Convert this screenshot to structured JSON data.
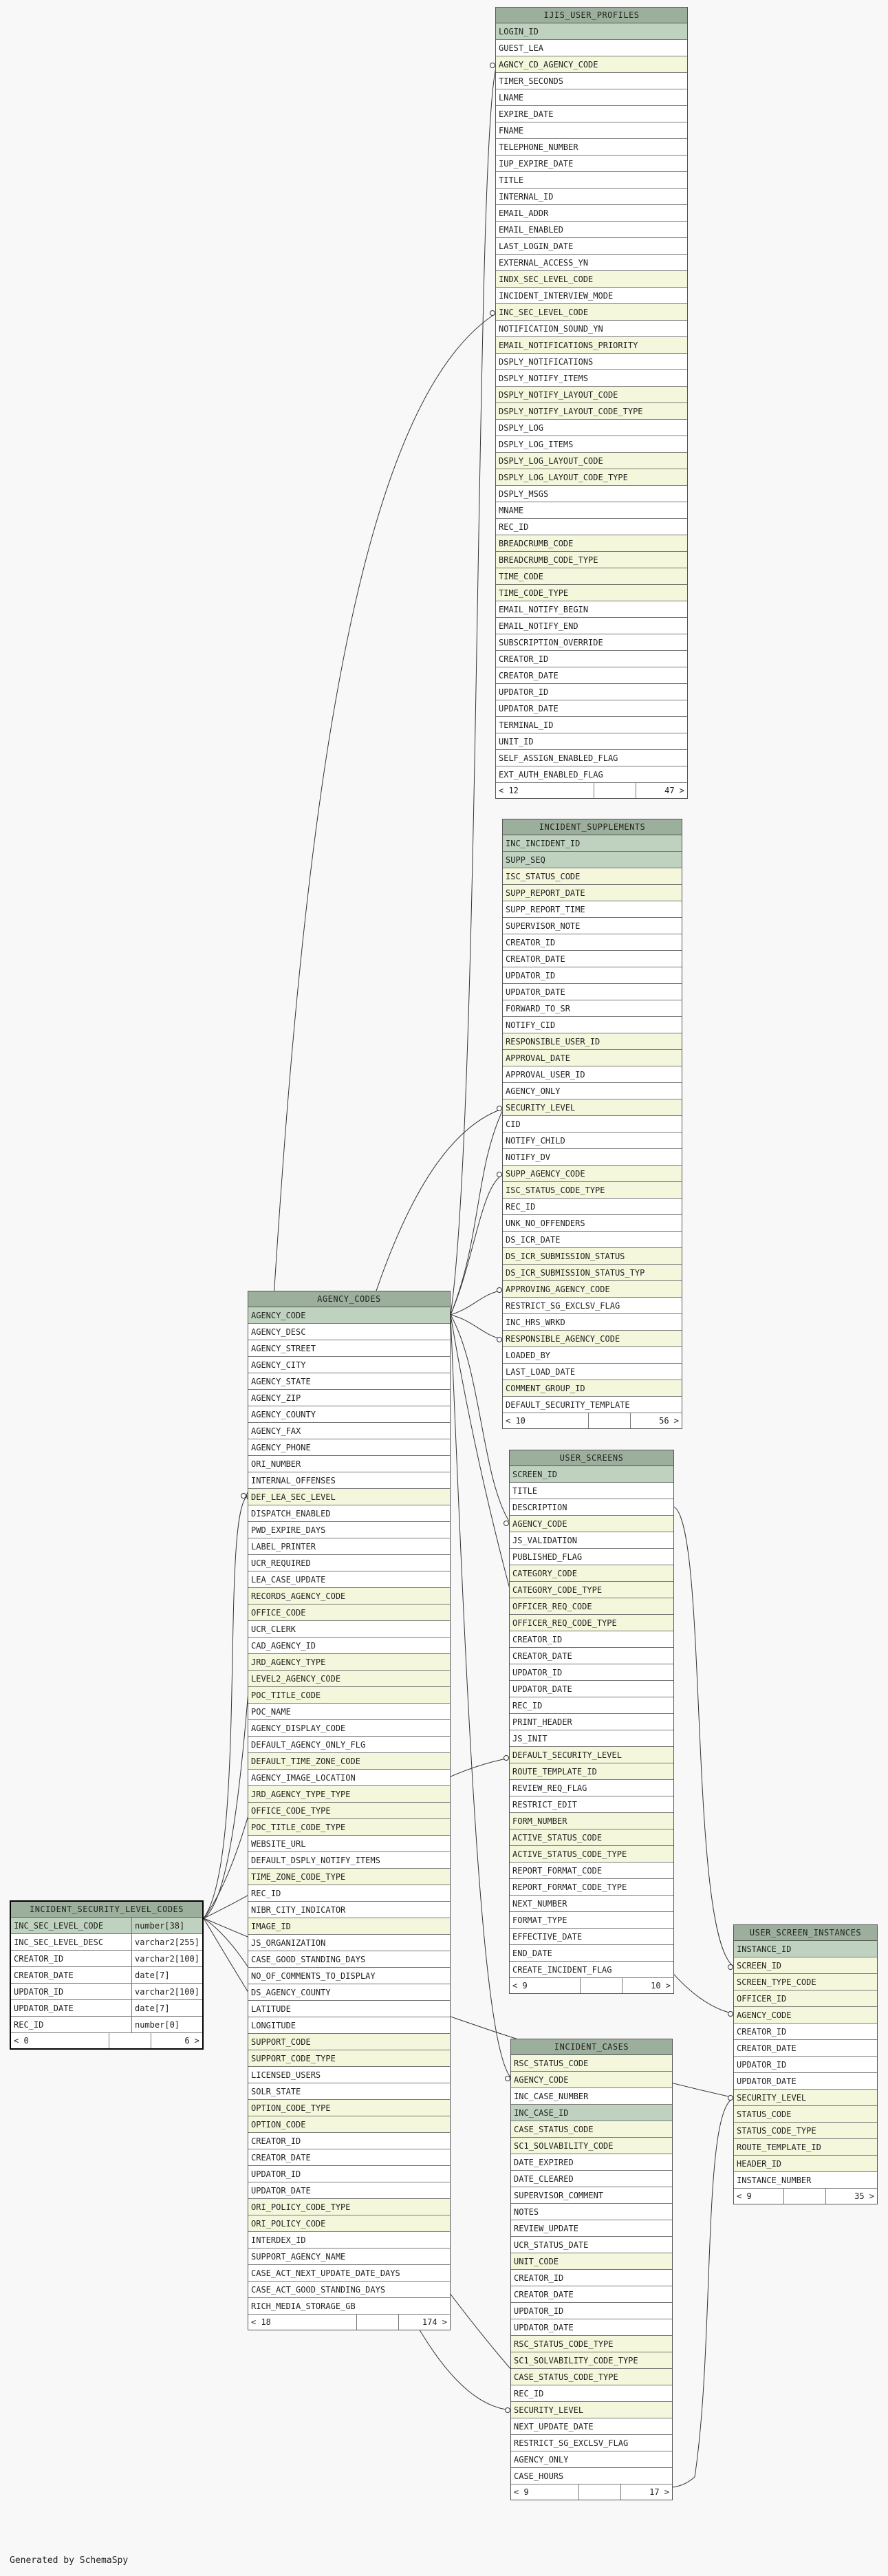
{
  "tables": {
    "ijis_user_profiles": {
      "title": "IJIS_USER_PROFILES",
      "columns": [
        {
          "n": "LOGIN_ID",
          "k": "pk"
        },
        {
          "n": "GUEST_LEA"
        },
        {
          "n": "AGNCY_CD_AGENCY_CODE",
          "k": "fk"
        },
        {
          "n": "TIMER_SECONDS"
        },
        {
          "n": "LNAME"
        },
        {
          "n": "EXPIRE_DATE"
        },
        {
          "n": "FNAME"
        },
        {
          "n": "TELEPHONE_NUMBER"
        },
        {
          "n": "IUP_EXPIRE_DATE"
        },
        {
          "n": "TITLE"
        },
        {
          "n": "INTERNAL_ID"
        },
        {
          "n": "EMAIL_ADDR"
        },
        {
          "n": "EMAIL_ENABLED"
        },
        {
          "n": "LAST_LOGIN_DATE"
        },
        {
          "n": "EXTERNAL_ACCESS_YN"
        },
        {
          "n": "INDX_SEC_LEVEL_CODE",
          "k": "fk"
        },
        {
          "n": "INCIDENT_INTERVIEW_MODE"
        },
        {
          "n": "INC_SEC_LEVEL_CODE",
          "k": "fk"
        },
        {
          "n": "NOTIFICATION_SOUND_YN"
        },
        {
          "n": "EMAIL_NOTIFICATIONS_PRIORITY",
          "k": "fk"
        },
        {
          "n": "DSPLY_NOTIFICATIONS"
        },
        {
          "n": "DSPLY_NOTIFY_ITEMS"
        },
        {
          "n": "DSPLY_NOTIFY_LAYOUT_CODE",
          "k": "fk"
        },
        {
          "n": "DSPLY_NOTIFY_LAYOUT_CODE_TYPE",
          "k": "fk"
        },
        {
          "n": "DSPLY_LOG"
        },
        {
          "n": "DSPLY_LOG_ITEMS"
        },
        {
          "n": "DSPLY_LOG_LAYOUT_CODE",
          "k": "fk"
        },
        {
          "n": "DSPLY_LOG_LAYOUT_CODE_TYPE",
          "k": "fk"
        },
        {
          "n": "DSPLY_MSGS"
        },
        {
          "n": "MNAME"
        },
        {
          "n": "REC_ID"
        },
        {
          "n": "BREADCRUMB_CODE",
          "k": "fk"
        },
        {
          "n": "BREADCRUMB_CODE_TYPE",
          "k": "fk"
        },
        {
          "n": "TIME_CODE",
          "k": "fk"
        },
        {
          "n": "TIME_CODE_TYPE",
          "k": "fk"
        },
        {
          "n": "EMAIL_NOTIFY_BEGIN"
        },
        {
          "n": "EMAIL_NOTIFY_END"
        },
        {
          "n": "SUBSCRIPTION_OVERRIDE"
        },
        {
          "n": "CREATOR_ID"
        },
        {
          "n": "CREATOR_DATE"
        },
        {
          "n": "UPDATOR_ID"
        },
        {
          "n": "UPDATOR_DATE"
        },
        {
          "n": "TERMINAL_ID"
        },
        {
          "n": "UNIT_ID"
        },
        {
          "n": "SELF_ASSIGN_ENABLED_FLAG"
        },
        {
          "n": "EXT_AUTH_ENABLED_FLAG"
        }
      ],
      "footer": {
        "left": "< 12",
        "right": "47 >"
      }
    },
    "incident_supplements": {
      "title": "INCIDENT_SUPPLEMENTS",
      "columns": [
        {
          "n": "INC_INCIDENT_ID",
          "k": "pk"
        },
        {
          "n": "SUPP_SEQ",
          "k": "pk"
        },
        {
          "n": "ISC_STATUS_CODE",
          "k": "fk"
        },
        {
          "n": "SUPP_REPORT_DATE",
          "k": "fk"
        },
        {
          "n": "SUPP_REPORT_TIME"
        },
        {
          "n": "SUPERVISOR_NOTE"
        },
        {
          "n": "CREATOR_ID"
        },
        {
          "n": "CREATOR_DATE"
        },
        {
          "n": "UPDATOR_ID"
        },
        {
          "n": "UPDATOR_DATE"
        },
        {
          "n": "FORWARD_TO_SR"
        },
        {
          "n": "NOTIFY_CID"
        },
        {
          "n": "RESPONSIBLE_USER_ID",
          "k": "fk"
        },
        {
          "n": "APPROVAL_DATE",
          "k": "fk"
        },
        {
          "n": "APPROVAL_USER_ID"
        },
        {
          "n": "AGENCY_ONLY"
        },
        {
          "n": "SECURITY_LEVEL",
          "k": "fk"
        },
        {
          "n": "CID"
        },
        {
          "n": "NOTIFY_CHILD"
        },
        {
          "n": "NOTIFY_DV"
        },
        {
          "n": "SUPP_AGENCY_CODE",
          "k": "fk"
        },
        {
          "n": "ISC_STATUS_CODE_TYPE",
          "k": "fk"
        },
        {
          "n": "REC_ID"
        },
        {
          "n": "UNK_NO_OFFENDERS"
        },
        {
          "n": "DS_ICR_DATE"
        },
        {
          "n": "DS_ICR_SUBMISSION_STATUS",
          "k": "fk"
        },
        {
          "n": "DS_ICR_SUBMISSION_STATUS_TYP",
          "k": "fk"
        },
        {
          "n": "APPROVING_AGENCY_CODE",
          "k": "fk"
        },
        {
          "n": "RESTRICT_SG_EXCLSV_FLAG"
        },
        {
          "n": "INC_HRS_WRKD"
        },
        {
          "n": "RESPONSIBLE_AGENCY_CODE",
          "k": "fk"
        },
        {
          "n": "LOADED_BY"
        },
        {
          "n": "LAST_LOAD_DATE"
        },
        {
          "n": "COMMENT_GROUP_ID",
          "k": "fk"
        },
        {
          "n": "DEFAULT_SECURITY_TEMPLATE"
        }
      ],
      "footer": {
        "left": "< 10",
        "right": "56 >"
      }
    },
    "agency_codes": {
      "title": "AGENCY_CODES",
      "columns": [
        {
          "n": "AGENCY_CODE",
          "k": "pk"
        },
        {
          "n": "AGENCY_DESC"
        },
        {
          "n": "AGENCY_STREET"
        },
        {
          "n": "AGENCY_CITY"
        },
        {
          "n": "AGENCY_STATE"
        },
        {
          "n": "AGENCY_ZIP"
        },
        {
          "n": "AGENCY_COUNTY"
        },
        {
          "n": "AGENCY_FAX"
        },
        {
          "n": "AGENCY_PHONE"
        },
        {
          "n": "ORI_NUMBER"
        },
        {
          "n": "INTERNAL_OFFENSES"
        },
        {
          "n": "DEF_LEA_SEC_LEVEL",
          "k": "fk"
        },
        {
          "n": "DISPATCH_ENABLED"
        },
        {
          "n": "PWD_EXPIRE_DAYS"
        },
        {
          "n": "LABEL_PRINTER"
        },
        {
          "n": "UCR_REQUIRED"
        },
        {
          "n": "LEA_CASE_UPDATE"
        },
        {
          "n": "RECORDS_AGENCY_CODE",
          "k": "fk"
        },
        {
          "n": "OFFICE_CODE",
          "k": "fk"
        },
        {
          "n": "UCR_CLERK"
        },
        {
          "n": "CAD_AGENCY_ID"
        },
        {
          "n": "JRD_AGENCY_TYPE",
          "k": "fk"
        },
        {
          "n": "LEVEL2_AGENCY_CODE",
          "k": "fk"
        },
        {
          "n": "POC_TITLE_CODE",
          "k": "fk"
        },
        {
          "n": "POC_NAME"
        },
        {
          "n": "AGENCY_DISPLAY_CODE"
        },
        {
          "n": "DEFAULT_AGENCY_ONLY_FLG"
        },
        {
          "n": "DEFAULT_TIME_ZONE_CODE",
          "k": "fk"
        },
        {
          "n": "AGENCY_IMAGE_LOCATION"
        },
        {
          "n": "JRD_AGENCY_TYPE_TYPE",
          "k": "fk"
        },
        {
          "n": "OFFICE_CODE_TYPE",
          "k": "fk"
        },
        {
          "n": "POC_TITLE_CODE_TYPE",
          "k": "fk"
        },
        {
          "n": "WEBSITE_URL"
        },
        {
          "n": "DEFAULT_DSPLY_NOTIFY_ITEMS"
        },
        {
          "n": "TIME_ZONE_CODE_TYPE",
          "k": "fk"
        },
        {
          "n": "REC_ID"
        },
        {
          "n": "NIBR_CITY_INDICATOR"
        },
        {
          "n": "IMAGE_ID",
          "k": "fk"
        },
        {
          "n": "JS_ORGANIZATION"
        },
        {
          "n": "CASE_GOOD_STANDING_DAYS"
        },
        {
          "n": "NO_OF_COMMENTS_TO_DISPLAY"
        },
        {
          "n": "DS_AGENCY_COUNTY"
        },
        {
          "n": "LATITUDE"
        },
        {
          "n": "LONGITUDE"
        },
        {
          "n": "SUPPORT_CODE",
          "k": "fk"
        },
        {
          "n": "SUPPORT_CODE_TYPE",
          "k": "fk"
        },
        {
          "n": "LICENSED_USERS"
        },
        {
          "n": "SOLR_STATE"
        },
        {
          "n": "OPTION_CODE_TYPE",
          "k": "fk"
        },
        {
          "n": "OPTION_CODE",
          "k": "fk"
        },
        {
          "n": "CREATOR_ID"
        },
        {
          "n": "CREATOR_DATE"
        },
        {
          "n": "UPDATOR_ID"
        },
        {
          "n": "UPDATOR_DATE"
        },
        {
          "n": "ORI_POLICY_CODE_TYPE",
          "k": "fk"
        },
        {
          "n": "ORI_POLICY_CODE",
          "k": "fk"
        },
        {
          "n": "INTERDEX_ID"
        },
        {
          "n": "SUPPORT_AGENCY_NAME"
        },
        {
          "n": "CASE_ACT_NEXT_UPDATE_DATE_DAYS"
        },
        {
          "n": "CASE_ACT_GOOD_STANDING_DAYS"
        },
        {
          "n": "RICH_MEDIA_STORAGE_GB"
        }
      ],
      "footer": {
        "left": "< 18",
        "right": "174 >"
      }
    },
    "user_screens": {
      "title": "USER_SCREENS",
      "columns": [
        {
          "n": "SCREEN_ID",
          "k": "pk"
        },
        {
          "n": "TITLE"
        },
        {
          "n": "DESCRIPTION"
        },
        {
          "n": "AGENCY_CODE",
          "k": "fk"
        },
        {
          "n": "JS_VALIDATION"
        },
        {
          "n": "PUBLISHED_FLAG"
        },
        {
          "n": "CATEGORY_CODE",
          "k": "fk"
        },
        {
          "n": "CATEGORY_CODE_TYPE",
          "k": "fk"
        },
        {
          "n": "OFFICER_REQ_CODE",
          "k": "fk"
        },
        {
          "n": "OFFICER_REQ_CODE_TYPE",
          "k": "fk"
        },
        {
          "n": "CREATOR_ID"
        },
        {
          "n": "CREATOR_DATE"
        },
        {
          "n": "UPDATOR_ID"
        },
        {
          "n": "UPDATOR_DATE"
        },
        {
          "n": "REC_ID"
        },
        {
          "n": "PRINT_HEADER"
        },
        {
          "n": "JS_INIT"
        },
        {
          "n": "DEFAULT_SECURITY_LEVEL",
          "k": "fk"
        },
        {
          "n": "ROUTE_TEMPLATE_ID",
          "k": "fk"
        },
        {
          "n": "REVIEW_REQ_FLAG"
        },
        {
          "n": "RESTRICT_EDIT"
        },
        {
          "n": "FORM_NUMBER",
          "k": "fk"
        },
        {
          "n": "ACTIVE_STATUS_CODE",
          "k": "fk"
        },
        {
          "n": "ACTIVE_STATUS_CODE_TYPE",
          "k": "fk"
        },
        {
          "n": "REPORT_FORMAT_CODE"
        },
        {
          "n": "REPORT_FORMAT_CODE_TYPE"
        },
        {
          "n": "NEXT_NUMBER"
        },
        {
          "n": "FORMAT_TYPE"
        },
        {
          "n": "EFFECTIVE_DATE"
        },
        {
          "n": "END_DATE"
        },
        {
          "n": "CREATE_INCIDENT_FLAG"
        }
      ],
      "footer": {
        "left": "< 9",
        "right": "10 >"
      }
    },
    "user_screen_instances": {
      "title": "USER_SCREEN_INSTANCES",
      "columns": [
        {
          "n": "INSTANCE_ID",
          "k": "pk"
        },
        {
          "n": "SCREEN_ID",
          "k": "fk"
        },
        {
          "n": "SCREEN_TYPE_CODE",
          "k": "fk"
        },
        {
          "n": "OFFICER_ID",
          "k": "fk"
        },
        {
          "n": "AGENCY_CODE",
          "k": "fk"
        },
        {
          "n": "CREATOR_ID"
        },
        {
          "n": "CREATOR_DATE"
        },
        {
          "n": "UPDATOR_ID"
        },
        {
          "n": "UPDATOR_DATE"
        },
        {
          "n": "SECURITY_LEVEL",
          "k": "fk"
        },
        {
          "n": "STATUS_CODE",
          "k": "fk"
        },
        {
          "n": "STATUS_CODE_TYPE",
          "k": "fk"
        },
        {
          "n": "ROUTE_TEMPLATE_ID",
          "k": "fk"
        },
        {
          "n": "HEADER_ID",
          "k": "fk"
        },
        {
          "n": "INSTANCE_NUMBER"
        }
      ],
      "footer": {
        "left": "< 9",
        "right": "35 >"
      }
    },
    "incident_cases": {
      "title": "INCIDENT_CASES",
      "columns": [
        {
          "n": "RSC_STATUS_CODE",
          "k": "fk"
        },
        {
          "n": "AGENCY_CODE",
          "k": "fk"
        },
        {
          "n": "INC_CASE_NUMBER"
        },
        {
          "n": "INC_CASE_ID",
          "k": "pk"
        },
        {
          "n": "CASE_STATUS_CODE",
          "k": "fk"
        },
        {
          "n": "SC1_SOLVABILITY_CODE",
          "k": "fk"
        },
        {
          "n": "DATE_EXPIRED"
        },
        {
          "n": "DATE_CLEARED"
        },
        {
          "n": "SUPERVISOR_COMMENT"
        },
        {
          "n": "NOTES"
        },
        {
          "n": "REVIEW_UPDATE"
        },
        {
          "n": "UCR_STATUS_DATE"
        },
        {
          "n": "UNIT_CODE",
          "k": "fk"
        },
        {
          "n": "CREATOR_ID"
        },
        {
          "n": "CREATOR_DATE"
        },
        {
          "n": "UPDATOR_ID"
        },
        {
          "n": "UPDATOR_DATE"
        },
        {
          "n": "RSC_STATUS_CODE_TYPE",
          "k": "fk"
        },
        {
          "n": "SC1_SOLVABILITY_CODE_TYPE",
          "k": "fk"
        },
        {
          "n": "CASE_STATUS_CODE_TYPE",
          "k": "fk"
        },
        {
          "n": "REC_ID"
        },
        {
          "n": "SECURITY_LEVEL",
          "k": "fk"
        },
        {
          "n": "NEXT_UPDATE_DATE"
        },
        {
          "n": "RESTRICT_SG_EXCLSV_FLAG"
        },
        {
          "n": "AGENCY_ONLY"
        },
        {
          "n": "CASE_HOURS"
        }
      ],
      "footer": {
        "left": "< 9",
        "right": "17 >"
      }
    },
    "incident_security_level_codes": {
      "title": "INCIDENT_SECURITY_LEVEL_CODES",
      "columns": [
        {
          "n": "INC_SEC_LEVEL_CODE",
          "t": "number[38]",
          "k": "pk"
        },
        {
          "n": "INC_SEC_LEVEL_DESC",
          "t": "varchar2[255]"
        },
        {
          "n": "CREATOR_ID",
          "t": "varchar2[100]"
        },
        {
          "n": "CREATOR_DATE",
          "t": "date[7]"
        },
        {
          "n": "UPDATOR_ID",
          "t": "varchar2[100]"
        },
        {
          "n": "UPDATOR_DATE",
          "t": "date[7]"
        },
        {
          "n": "REC_ID",
          "t": "number[0]"
        }
      ],
      "footer": {
        "left": "< 0",
        "right": "6 >"
      }
    }
  },
  "credit": "Generated by SchemaSpy",
  "colors": {
    "title": "#9caf9c",
    "pk": "#bfd2bf",
    "fk": "#f4f7dc",
    "line": "#333333"
  }
}
